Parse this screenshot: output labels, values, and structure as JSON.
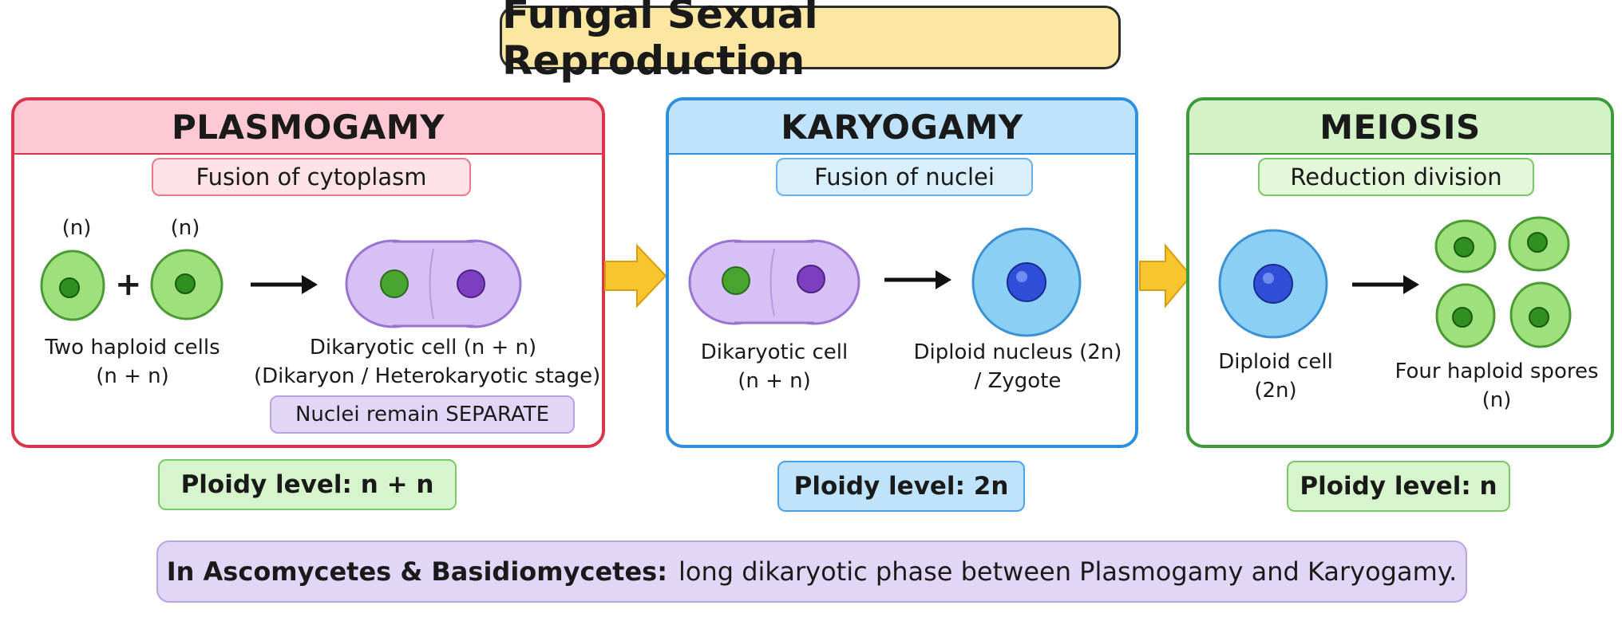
{
  "title": "Fungal Sexual Reproduction",
  "colors": {
    "plasmogamy_border": "#d9364b",
    "plasmogamy_header": "#fdc9d4",
    "karyogamy_border": "#2d8fdd",
    "karyogamy_header": "#bfe3fb",
    "meiosis_border": "#3d9a3a",
    "meiosis_header": "#d3f2c6",
    "arrow_yellow": "#f7c52e",
    "haploid_green": "#8fdb6e",
    "dikaryon_purple": "#cdb3f1",
    "diploid_blue": "#7ec6f4"
  },
  "panels": {
    "plasmogamy": {
      "title": "PLASMOGAMY",
      "subtitle": "Fusion of cytoplasm",
      "n_label_left": "(n)",
      "n_label_right": "(n)",
      "plus": "+",
      "left_label_1": "Two haploid cells",
      "left_label_2": "(n + n)",
      "right_label_1": "Dikaryotic cell (n + n)",
      "right_label_2": "(Dikaryon / Heterokaryotic stage)",
      "tag": "Nuclei remain SEPARATE",
      "ploidy": "Ploidy level:  n + n"
    },
    "karyogamy": {
      "title": "KARYOGAMY",
      "subtitle": "Fusion of nuclei",
      "left_label_1": "Dikaryotic cell",
      "left_label_2": "(n + n)",
      "right_label_1": "Diploid nucleus (2n)",
      "right_label_2": "/ Zygote",
      "ploidy": "Ploidy level:  2n"
    },
    "meiosis": {
      "title": "MEIOSIS",
      "subtitle": "Reduction division",
      "left_label_1": "Diploid cell",
      "left_label_2": "(2n)",
      "right_label_1": "Four haploid spores",
      "right_label_2": "(n)",
      "ploidy": "Ploidy level:  n"
    }
  },
  "note": {
    "bold": "In Ascomycetes & Basidiomycetes:",
    "text": "long dikaryotic phase between Plasmogamy and Karyogamy."
  }
}
